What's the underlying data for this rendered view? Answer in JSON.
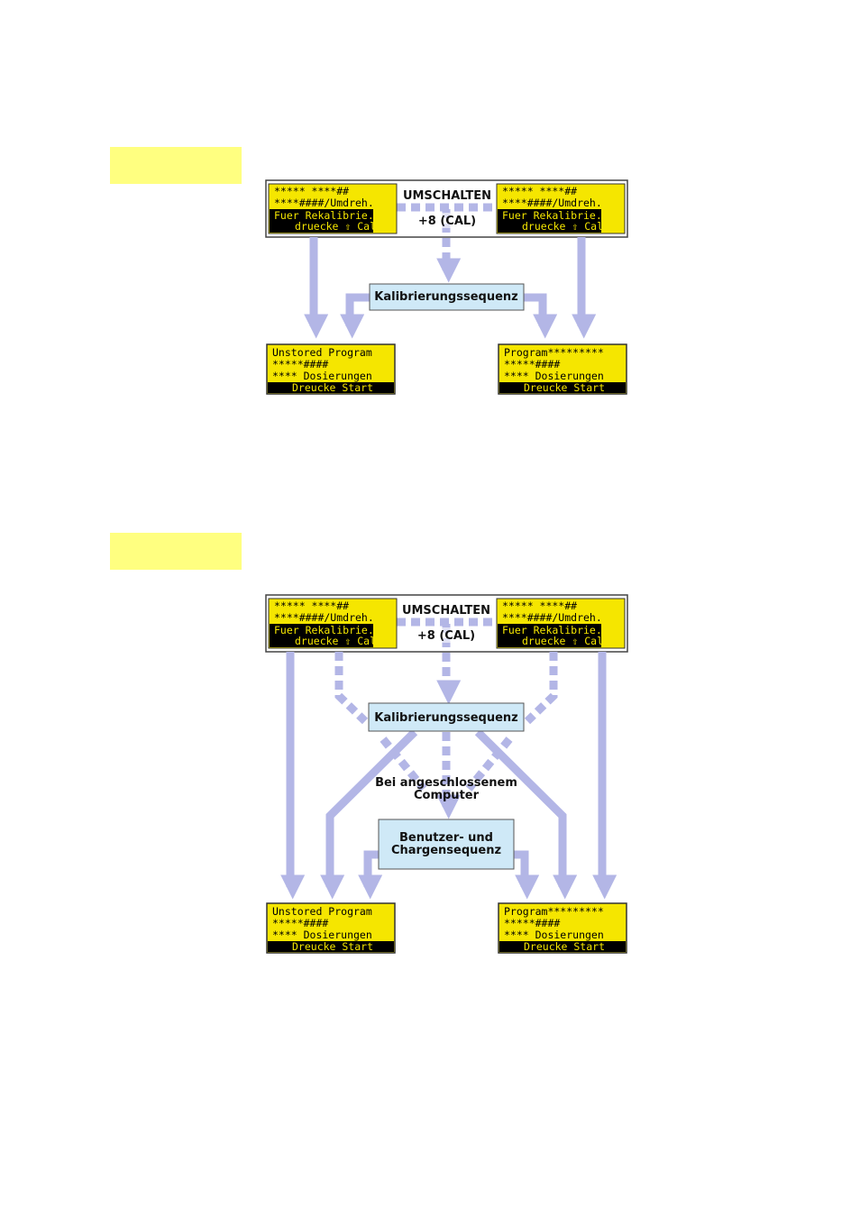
{
  "colors": {
    "tag": "#ffff80",
    "lcd": "#f5e600",
    "flow": "#b3b6e6",
    "box": "#cfe9f7"
  },
  "diagram1": {
    "switch_label": "UMSCHALTEN",
    "key_label": "+8 (CAL)",
    "lcd_left": {
      "l1": "***** ****##",
      "l2": "****####/Umdreh.",
      "l3": "Fuer Rekalibrie.",
      "l4": "druecke ⇧ Cal"
    },
    "lcd_right": {
      "l1": "***** ****##",
      "l2": "****####/Umdreh.",
      "l3": "Fuer Rekalibrie.",
      "l4": "druecke ⇧ Cal"
    },
    "calib_box": "Kalibrierungssequenz",
    "out_left": {
      "l1": "Unstored Program",
      "l2": "*****####",
      "l3": "**** Dosierungen",
      "l4": "Dreucke Start"
    },
    "out_right": {
      "l1": "Program*********",
      "l2": "*****####",
      "l3": "**** Dosierungen",
      "l4": "Dreucke Start"
    }
  },
  "diagram2": {
    "switch_label": "UMSCHALTEN",
    "key_label": "+8 (CAL)",
    "lcd_left": {
      "l1": "***** ****##",
      "l2": "****####/Umdreh.",
      "l3": "Fuer Rekalibrie.",
      "l4": "druecke ⇧ Cal"
    },
    "lcd_right": {
      "l1": "***** ****##",
      "l2": "****####/Umdreh.",
      "l3": "Fuer Rekalibrie.",
      "l4": "druecke ⇧ Cal"
    },
    "calib_box": "Kalibrierungssequenz",
    "computer_line1": "Bei angeschlossenem",
    "computer_line2": "Computer",
    "user_box_line1": "Benutzer- und",
    "user_box_line2": "Chargensequenz",
    "out_left": {
      "l1": "Unstored Program",
      "l2": "*****####",
      "l3": "**** Dosierungen",
      "l4": "Dreucke Start"
    },
    "out_right": {
      "l1": "Program*********",
      "l2": "*****####",
      "l3": "**** Dosierungen",
      "l4": "Dreucke Start"
    }
  }
}
